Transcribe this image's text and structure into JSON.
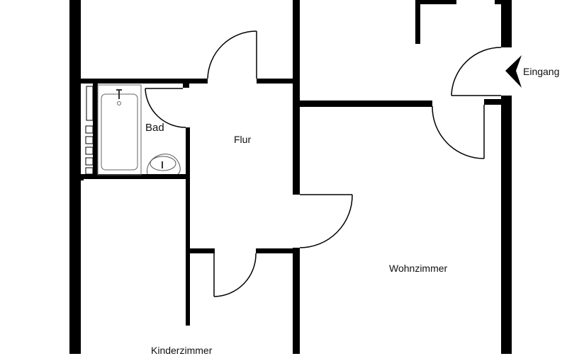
{
  "floorplan": {
    "colors": {
      "wall": "#000000",
      "background": "#ffffff",
      "fixture_stroke": "#555555"
    },
    "rooms": [
      {
        "id": "bad",
        "label": "Bad"
      },
      {
        "id": "flur",
        "label": "Flur"
      },
      {
        "id": "wohnzimmer",
        "label": "Wohnzimmer"
      },
      {
        "id": "kinderzimmer",
        "label": "Kinderzimmer"
      }
    ],
    "entrance": {
      "label": "Eingang",
      "icon": "arrow-left-icon"
    },
    "fixtures": [
      "bathtub",
      "washbasin",
      "radiator"
    ]
  }
}
